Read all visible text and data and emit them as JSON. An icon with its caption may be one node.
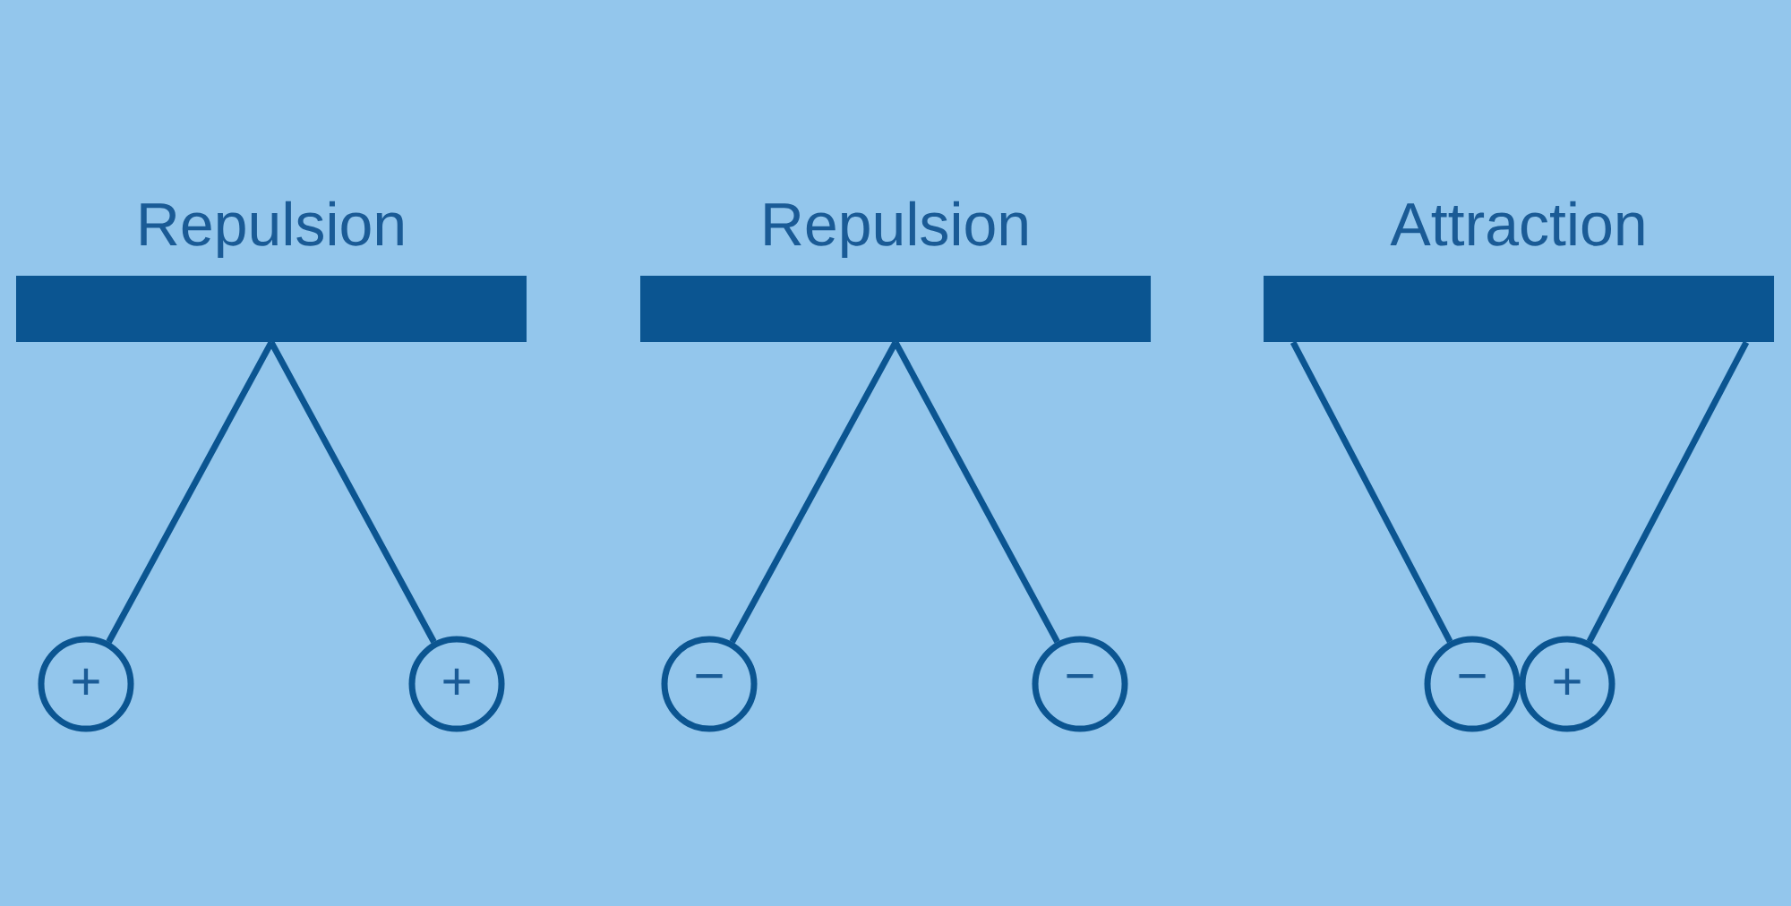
{
  "diagram": {
    "nodes": [
      {
        "text": [
          "Repulsion"
        ]
      },
      {
        "text": [
          "+"
        ]
      },
      {
        "text": [
          "+"
        ]
      },
      {
        "text": [
          "Repulsion"
        ]
      },
      {
        "text": [
          "−"
        ]
      },
      {
        "text": [
          "−"
        ]
      },
      {
        "text": [
          "Attraction"
        ]
      },
      {
        "text": [
          "−"
        ]
      },
      {
        "text": [
          "+"
        ]
      }
    ],
    "edges": [
      {
        "from": 0,
        "to": 1,
        "arrow": "none"
      },
      {
        "from": 0,
        "to": 2,
        "arrow": "none"
      },
      {
        "from": 3,
        "to": 4,
        "arrow": "none"
      },
      {
        "from": 3,
        "to": 5,
        "arrow": "none"
      },
      {
        "from": 6,
        "to": 7,
        "arrow": "none"
      },
      {
        "from": 6,
        "to": 8,
        "arrow": "none"
      }
    ]
  }
}
